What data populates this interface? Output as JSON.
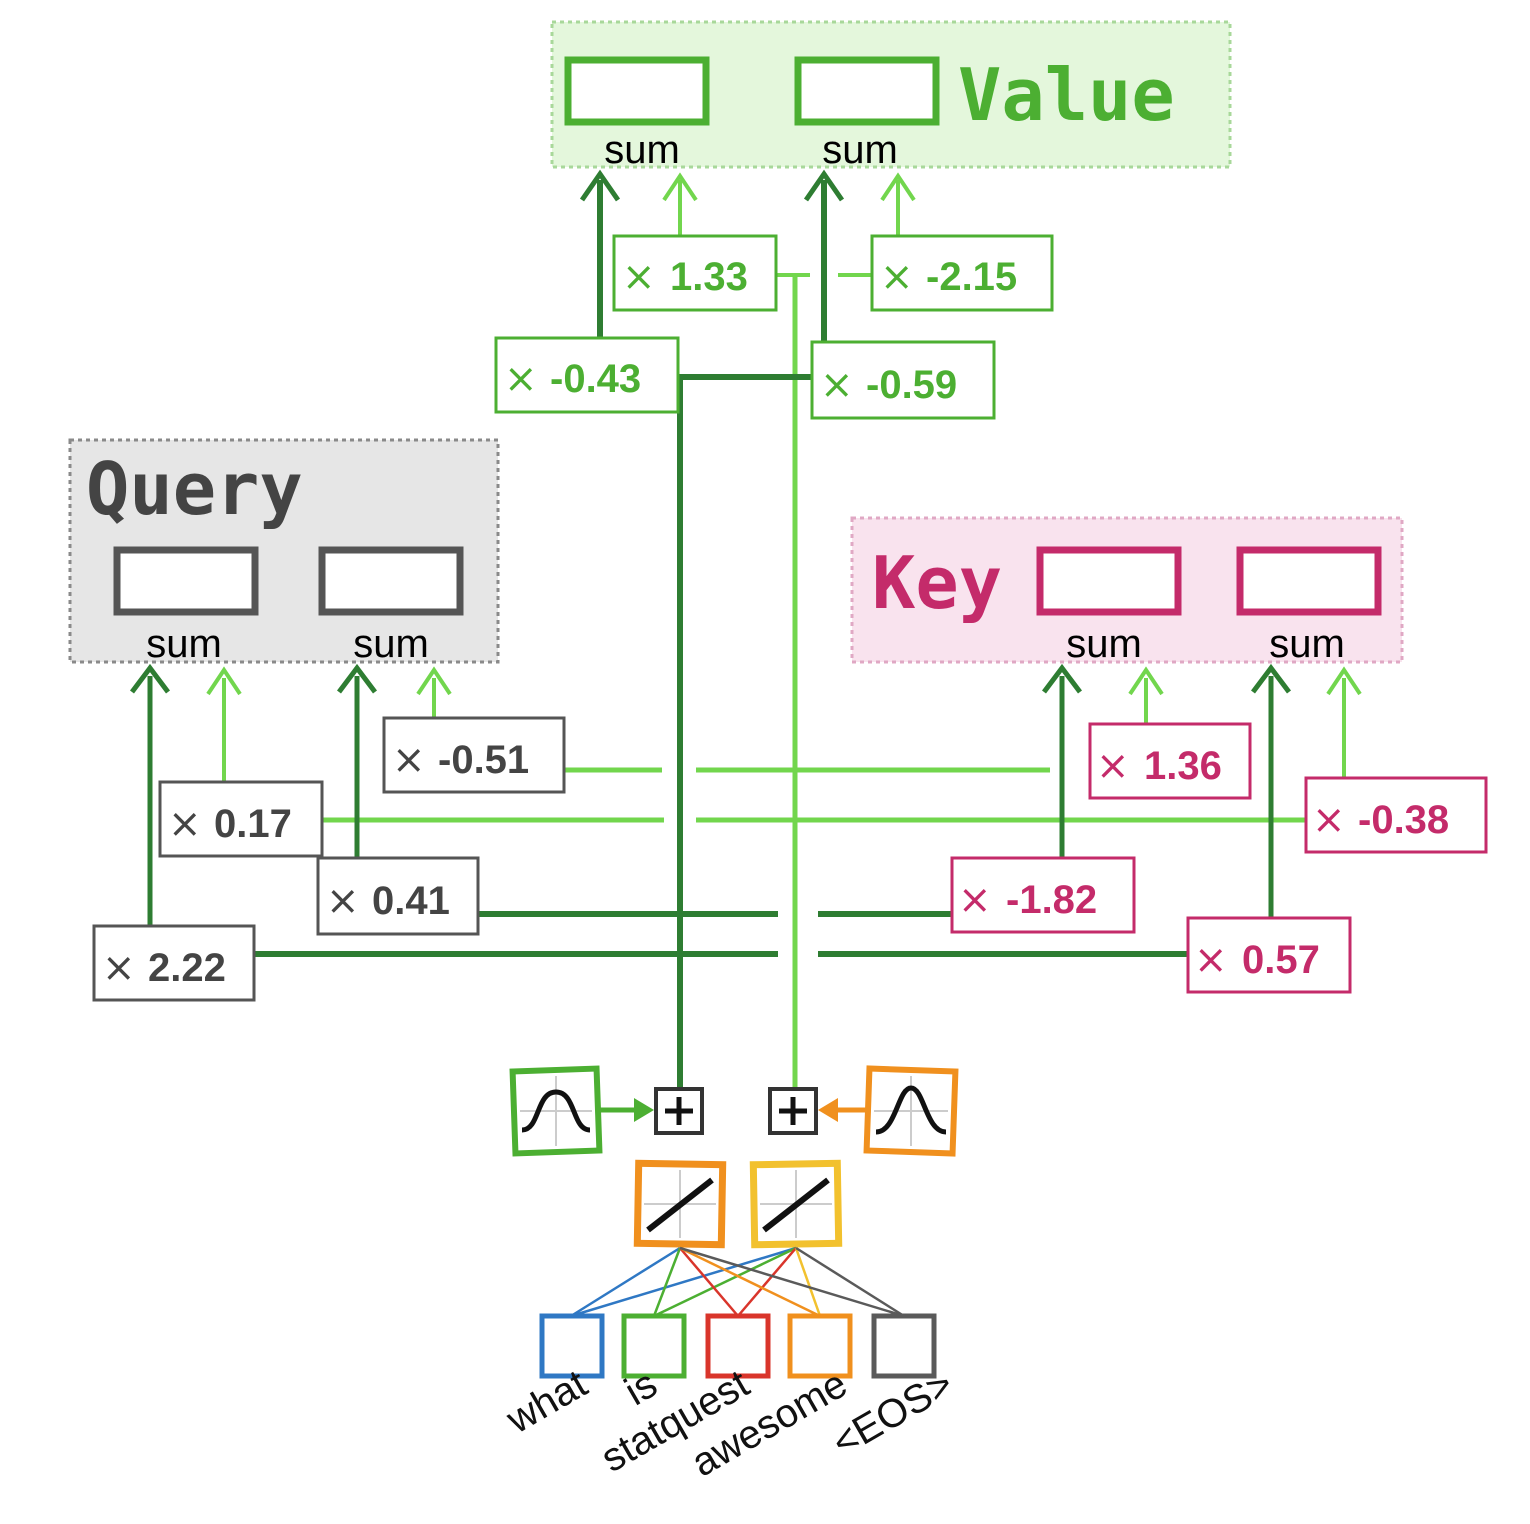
{
  "colors": {
    "dark_green": "#2e7d32",
    "light_green": "#72d64d",
    "value_green": "#4caf32",
    "query_gray": "#555555",
    "key_pink": "#c42b6a",
    "orange": "#f0901e",
    "yellow": "#f2c12e",
    "blue": "#2f78c4",
    "red": "#d9352b",
    "gray": "#5a5a5a"
  },
  "value": {
    "title": "Value",
    "sum1": "sum",
    "sum2": "sum"
  },
  "query": {
    "title": "Query",
    "sum1": "sum",
    "sum2": "sum"
  },
  "key": {
    "title": "Key",
    "sum1": "sum",
    "sum2": "sum"
  },
  "weights": {
    "v_1_33": {
      "x": "×",
      "v": "1.33"
    },
    "v_m2_15": {
      "x": "×",
      "v": "-2.15"
    },
    "v_m0_43": {
      "x": "×",
      "v": "-0.43"
    },
    "v_m0_59": {
      "x": "×",
      "v": "-0.59"
    },
    "q_m0_51": {
      "x": "×",
      "v": "-0.51"
    },
    "q_0_17": {
      "x": "×",
      "v": "0.17"
    },
    "q_0_41": {
      "x": "×",
      "v": "0.41"
    },
    "q_2_22": {
      "x": "×",
      "v": "2.22"
    },
    "k_1_36": {
      "x": "×",
      "v": "1.36"
    },
    "k_m0_38": {
      "x": "×",
      "v": "-0.38"
    },
    "k_m1_82": {
      "x": "×",
      "v": "-1.82"
    },
    "k_0_57": {
      "x": "×",
      "v": "0.57"
    }
  },
  "tokens": [
    "what",
    "is",
    "statquest",
    "awesome",
    "<EOS>"
  ]
}
